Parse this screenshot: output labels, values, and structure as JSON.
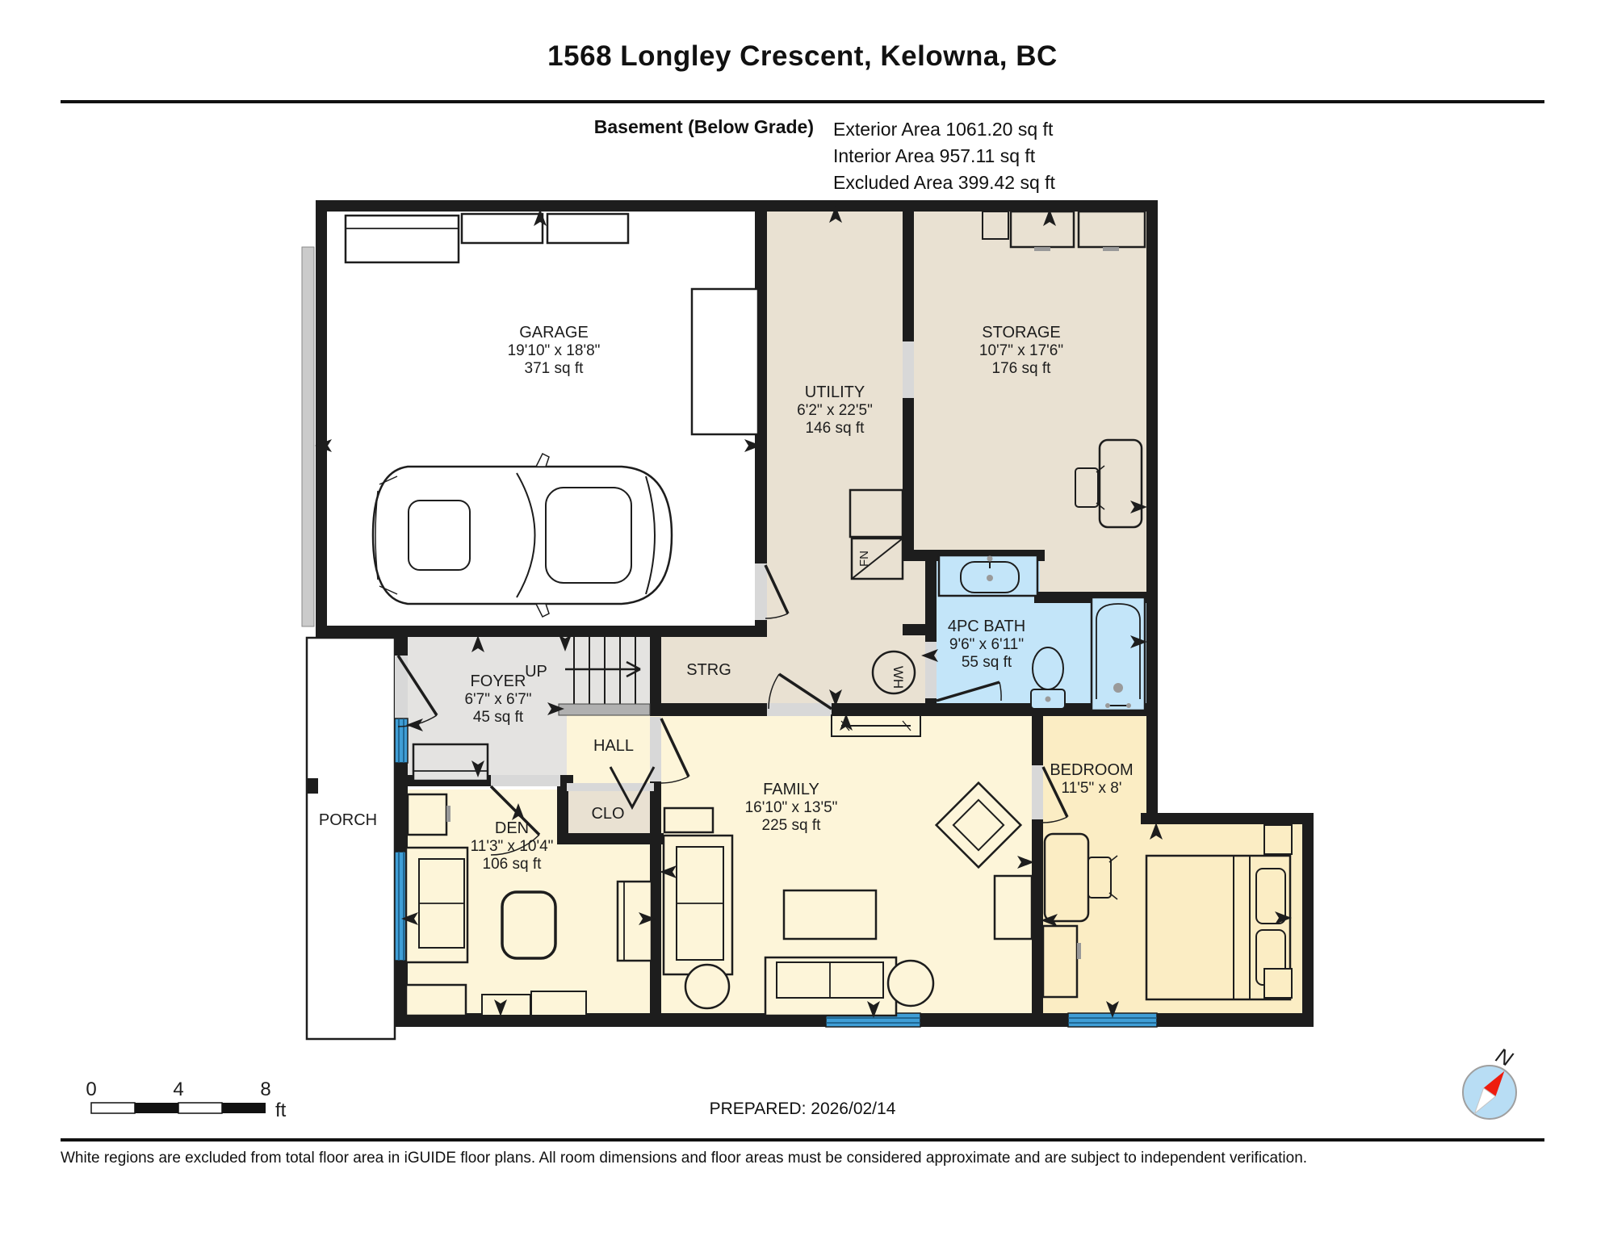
{
  "header": {
    "title": "1568 Longley Crescent, Kelowna, BC",
    "floor_label": "Basement (Below Grade)",
    "exterior_area": "Exterior Area 1061.20 sq ft",
    "interior_area": "Interior Area 957.11 sq ft",
    "excluded_area": "Excluded Area 399.42 sq ft"
  },
  "rooms": {
    "garage": {
      "name": "GARAGE",
      "dims": "19'10\" x 18'8\"",
      "area": "371 sq ft"
    },
    "utility": {
      "name": "UTILITY",
      "dims": "6'2\" x 22'5\"",
      "area": "146 sq ft"
    },
    "storage": {
      "name": "STORAGE",
      "dims": "10'7\" x 17'6\"",
      "area": "176 sq ft"
    },
    "bath": {
      "name": "4PC BATH",
      "dims": "9'6\" x 6'11\"",
      "area": "55 sq ft"
    },
    "foyer": {
      "name": "FOYER",
      "dims": "6'7\" x 6'7\"",
      "area": "45 sq ft"
    },
    "den": {
      "name": "DEN",
      "dims": "11'3\" x 10'4\"",
      "area": "106 sq ft"
    },
    "family": {
      "name": "FAMILY",
      "dims": "16'10\" x 13'5\"",
      "area": "225 sq ft"
    },
    "bedroom": {
      "name": "BEDROOM",
      "dims": "11'5\" x 8'"
    },
    "hall": {
      "name": "HALL"
    },
    "closet": {
      "name": "CLO"
    },
    "strg": {
      "name": "STRG"
    },
    "porch": {
      "name": "PORCH"
    },
    "stairs": {
      "label": "UP"
    },
    "water_heater": {
      "label": "WH"
    },
    "furnace": {
      "label": "FN"
    }
  },
  "scale_bar": {
    "tick_0": "0",
    "tick_4": "4",
    "tick_8": "8",
    "unit": "ft"
  },
  "compass": {
    "north_label": "N"
  },
  "footer": {
    "prepared": "PREPARED: 2026/02/14",
    "disclaimer": "White regions are excluded from total floor area in iGUIDE floor plans. All room dimensions and floor areas must be considered approximate and are subject to independent verification."
  },
  "colors": {
    "wall": "#1d1d1d",
    "tan": "#e9e1d2",
    "cream": "#fdf5d9",
    "bedroom_yellow": "#fbedc4",
    "foyer_gray": "#e4e3e1",
    "bath_blue": "#c3e5f9",
    "window_blue": "#3f9ed6",
    "excluded_white": "#ffffff",
    "threshold_gray": "#d8d8d8",
    "compass_red": "#ee1c0e",
    "compass_blue": "#b8ddf4"
  }
}
